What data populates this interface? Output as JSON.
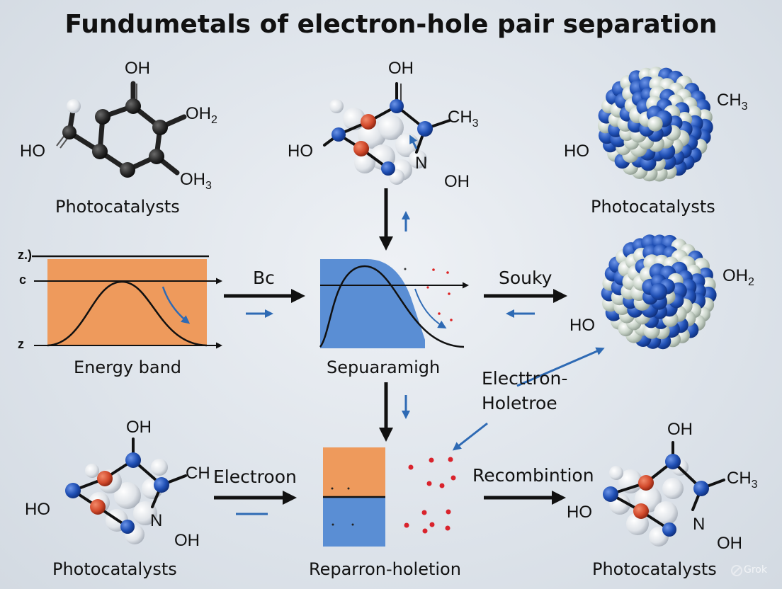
{
  "title": "Fundumetals of electron-hole pair separation",
  "captions": {
    "top_left": "Photocatalysts",
    "top_right": "Photocatalysts",
    "bottom_left": "Photocatalysts",
    "bottom_right": "Photocatalysts",
    "energy_band": "Energy band",
    "separation": "Sepuaramigh",
    "reparron": "Reparron-holetion"
  },
  "arrow_labels": {
    "bc": "Bc",
    "souky": "Souky",
    "electroon": "Electroon",
    "recombintion": "Recombintion",
    "electtron_line1": "Electtron-",
    "electtron_line2": "Holetroe"
  },
  "band_axis": {
    "top": "z.)",
    "mid": "c",
    "bottom": "z"
  },
  "chem": {
    "oh": "OH",
    "oh2": "OH",
    "oh3": "OH",
    "ho": "HO",
    "ch": "CH",
    "n": "N",
    "sub2": "2",
    "sub3": "3"
  },
  "watermark": "Grok",
  "colors": {
    "orange": "#ee9a5c",
    "blue": "#5a8ed4",
    "arrow_blue": "#2e6ab4",
    "atom_dark_blue": "#1f4fb4",
    "atom_pale": "#c9d4c9",
    "atom_red": "#d24a2c"
  }
}
